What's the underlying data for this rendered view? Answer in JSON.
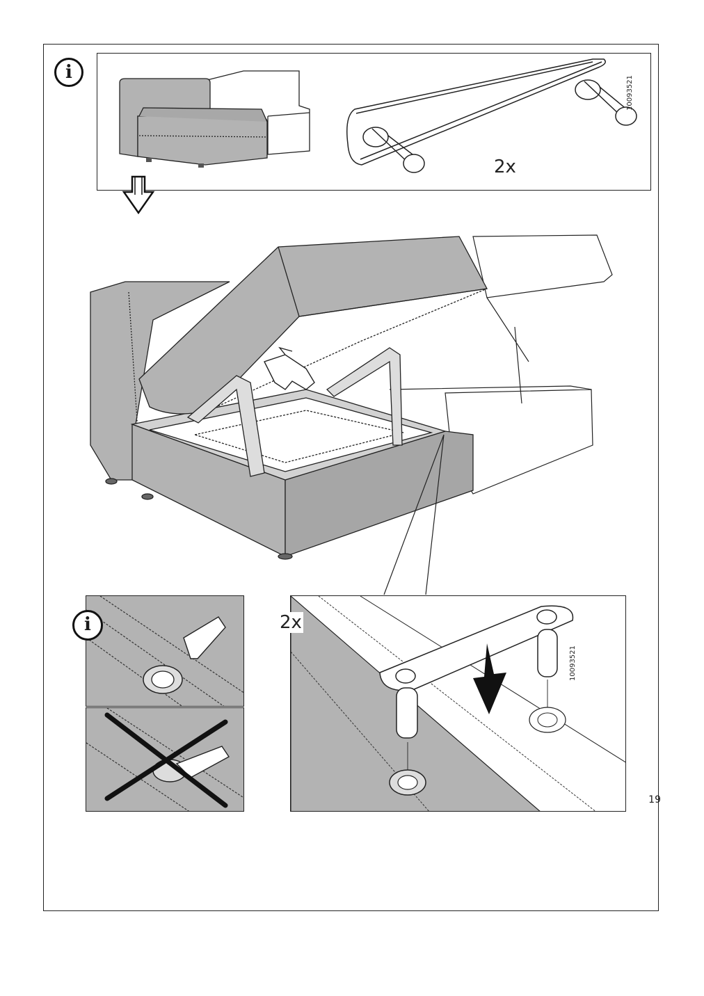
{
  "page": {
    "number": "19"
  },
  "info_box": {
    "info_symbol": "i",
    "quantity": "2x",
    "part_number": "10093521"
  },
  "detail_left": {
    "info_symbol": "i"
  },
  "detail_right": {
    "quantity": "2x",
    "part_number": "10093521"
  },
  "icons": [
    "info-icon",
    "down-arrow-icon",
    "hand-press-icon",
    "cross-wrong-icon"
  ],
  "colors": {
    "line": "#222222",
    "upholstery": "#b3b3b3",
    "upholstery_dark": "#9a9a9a",
    "white_module": "#ffffff"
  }
}
